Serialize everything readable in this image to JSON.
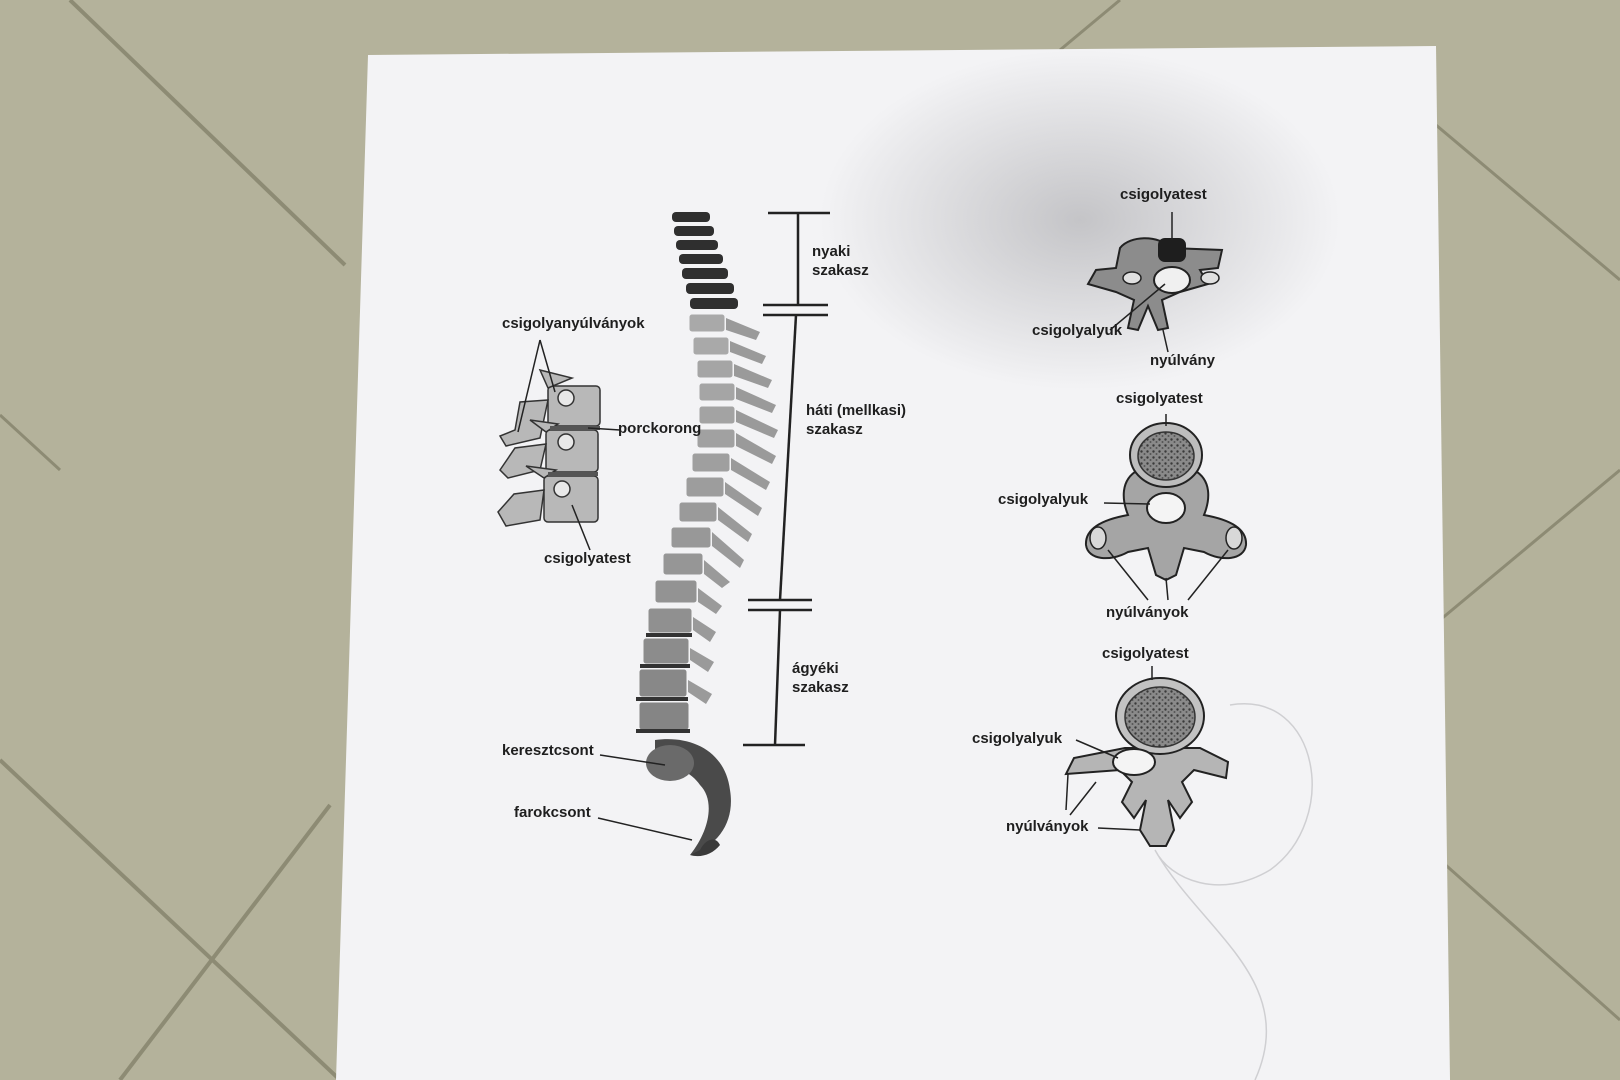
{
  "diagram": {
    "spine_sections": [
      {
        "id": "cervical",
        "lines": [
          "nyaki",
          "szakasz"
        ]
      },
      {
        "id": "thoracic",
        "lines": [
          "háti (mellkasi)",
          "szakasz"
        ]
      },
      {
        "id": "lumbar",
        "lines": [
          "ágyéki",
          "szakasz"
        ]
      }
    ],
    "side_labels": {
      "processes": "csigolyanyúlványok",
      "disc": "porckorong",
      "body": "csigolyatest",
      "sacrum": "keresztcsont",
      "coccyx": "farokcsont"
    },
    "vertebra_top": {
      "body": "csigolyatest",
      "foramen": "csigolyalyuk",
      "process": "nyúlvány"
    },
    "vertebra_middle": {
      "body": "csigolyatest",
      "foramen": "csigolyalyuk",
      "processes": "nyúlványok"
    },
    "vertebra_bottom": {
      "body": "csigolyatest",
      "foramen": "csigolyalyuk",
      "processes": "nyúlványok"
    }
  },
  "colors": {
    "floor": "#b3b098",
    "paper": "#f4f4f6",
    "bone_light": "#bcbcbc",
    "bone_dark": "#3c3c3c"
  }
}
